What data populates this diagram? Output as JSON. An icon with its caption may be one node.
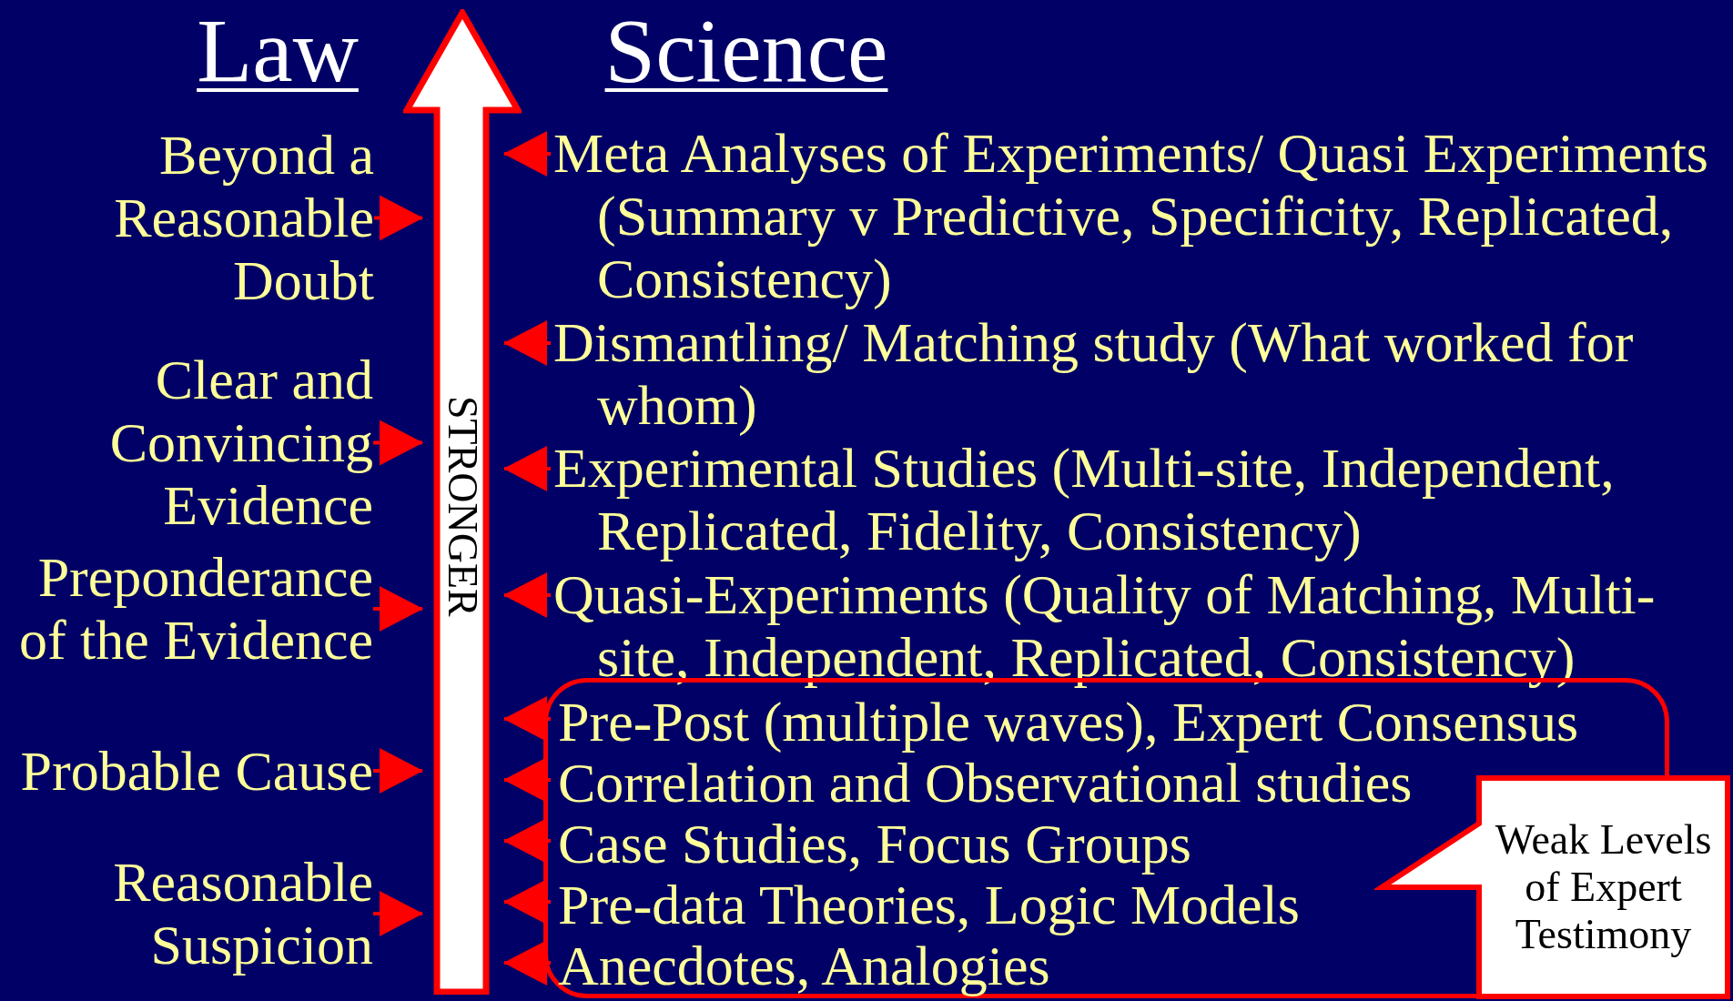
{
  "diagram": {
    "nodes": [
      {
        "text": [
          "STRONGER"
        ]
      },
      {
        "text": [
          "Beyond a Reasonable Doubt"
        ]
      },
      {
        "text": [
          "Clear and Convincing Evidence"
        ]
      },
      {
        "text": [
          "Preponderance of the Evidence"
        ]
      },
      {
        "text": [
          "Probable Cause"
        ]
      },
      {
        "text": [
          "Reasonable Suspicion"
        ]
      },
      {
        "text": [
          "Meta Analyses of Experiments/ Quasi Experiments (Summary v Predictive, Specificity, Replicated, Consistency)"
        ]
      },
      {
        "text": [
          "Dismantling/ Matching study (What worked for whom)"
        ]
      },
      {
        "text": [
          "Experimental Studies (Multi-site, Independent, Replicated, Fidelity, Consistency)"
        ]
      },
      {
        "text": [
          "Quasi-Experiments (Quality of Matching, Multi-site, Independent, Replicated, Consistency)"
        ]
      },
      {
        "text": [],
        "shape": "box"
      },
      {
        "text": [
          "Pre-Post (multiple waves), Expert Consensus"
        ],
        "in": 10
      },
      {
        "text": [
          "Correlation and Observational studies"
        ],
        "in": 10
      },
      {
        "text": [
          "Case Studies, Focus Groups"
        ],
        "in": 10
      },
      {
        "text": [
          "Pre-data Theories, Logic Models"
        ],
        "in": 10
      },
      {
        "text": [
          "Anecdotes, Analogies"
        ],
        "in": 10
      },
      {
        "text": [
          "Weak Levels of Expert Testimony"
        ]
      }
    ],
    "edges": [
      {
        "from": 1,
        "to": 0,
        "arrow": "to"
      },
      {
        "from": 2,
        "to": 0,
        "arrow": "to"
      },
      {
        "from": 3,
        "to": 0,
        "arrow": "to"
      },
      {
        "from": 4,
        "to": 0,
        "arrow": "to"
      },
      {
        "from": 5,
        "to": 0,
        "arrow": "to"
      },
      {
        "from": 6,
        "to": 0,
        "arrow": "to"
      },
      {
        "from": 7,
        "to": 0,
        "arrow": "to"
      },
      {
        "from": 8,
        "to": 0,
        "arrow": "to"
      },
      {
        "from": 9,
        "to": 0,
        "arrow": "to"
      },
      {
        "from": 11,
        "to": 0,
        "arrow": "to"
      },
      {
        "from": 12,
        "to": 0,
        "arrow": "to"
      },
      {
        "from": 13,
        "to": 0,
        "arrow": "to"
      },
      {
        "from": 14,
        "to": 0,
        "arrow": "to"
      },
      {
        "from": 15,
        "to": 0,
        "arrow": "to"
      }
    ],
    "labels": [
      "Law",
      "Science"
    ]
  }
}
